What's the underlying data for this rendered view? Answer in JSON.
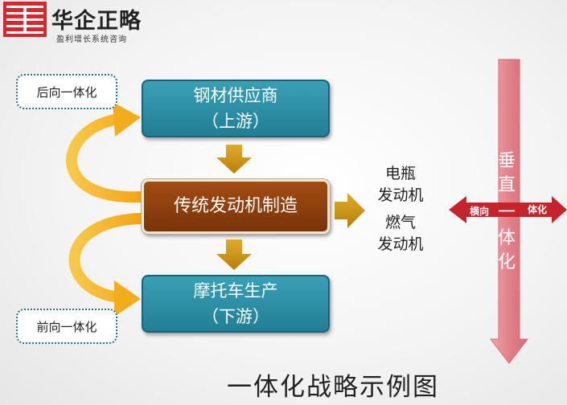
{
  "logo": {
    "name": "华企正略",
    "tagline": "盈利增长系统咨询"
  },
  "boxes": {
    "supplier": {
      "line1": "钢材供应商",
      "line2": "（上游）"
    },
    "manufacturing": {
      "label": "传统发动机制造"
    },
    "production": {
      "line1": "摩托车生产",
      "line2": "（下游）"
    }
  },
  "dashed_labels": {
    "backward": "后向一体化",
    "forward": "前向一体化"
  },
  "products": {
    "battery": {
      "line1": "电瓶",
      "line2": "发动机"
    },
    "gas": {
      "line1": "燃气",
      "line2": "发动机"
    }
  },
  "vertical": [
    "垂",
    "直",
    "一",
    "体",
    "化"
  ],
  "horizontal": {
    "left": "横向",
    "right": "体化"
  },
  "caption": "一体化战略示例图",
  "colors": {
    "teal": "#2a8ea4",
    "brown": "#8a3d0d",
    "arrow_gold": "#c8940f",
    "curve_yellow": "#f5b321",
    "red_arrow": "#e07b82",
    "red_horizontal": "#c6242c"
  }
}
